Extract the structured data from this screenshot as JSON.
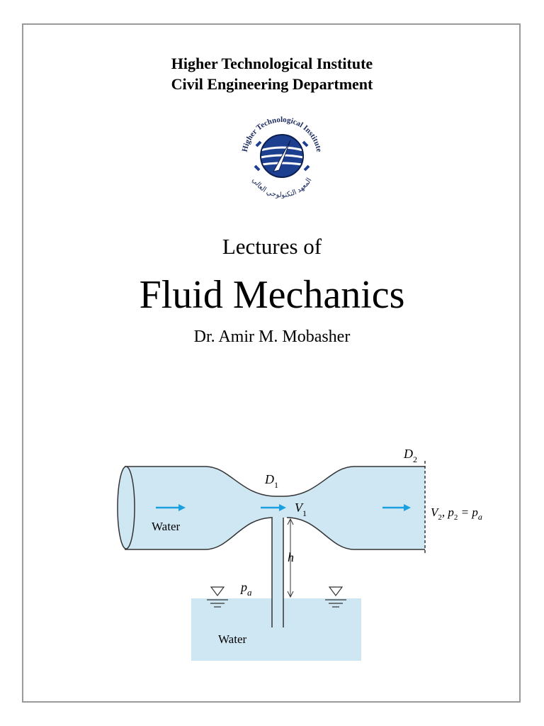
{
  "header": {
    "institute": "Higher Technological Institute",
    "department": "Civil Engineering Department"
  },
  "logo": {
    "text_top": "Higher Technological Institute",
    "text_bottom": "المعهد التكنولوجي العالي"
  },
  "title": {
    "lectures_of": "Lectures of",
    "subject": "Fluid Mechanics",
    "author": "Dr. Amir M. Mobasher"
  },
  "figure": {
    "label_water_pipe": "Water",
    "label_water_tank": "Water",
    "label_d1": "D",
    "label_d1_sub": "1",
    "label_d2": "D",
    "label_d2_sub": "2",
    "label_v1": "V",
    "label_v1_sub": "1",
    "label_h": "h",
    "label_pa": "p",
    "label_pa_sub": "a",
    "label_exit": "V",
    "label_exit_parts": [
      "2",
      ", p",
      "2",
      " = p",
      "a"
    ],
    "colors": {
      "water": "#cfe6f3",
      "arrow": "#1a9fe0",
      "outline": "#333333"
    }
  }
}
